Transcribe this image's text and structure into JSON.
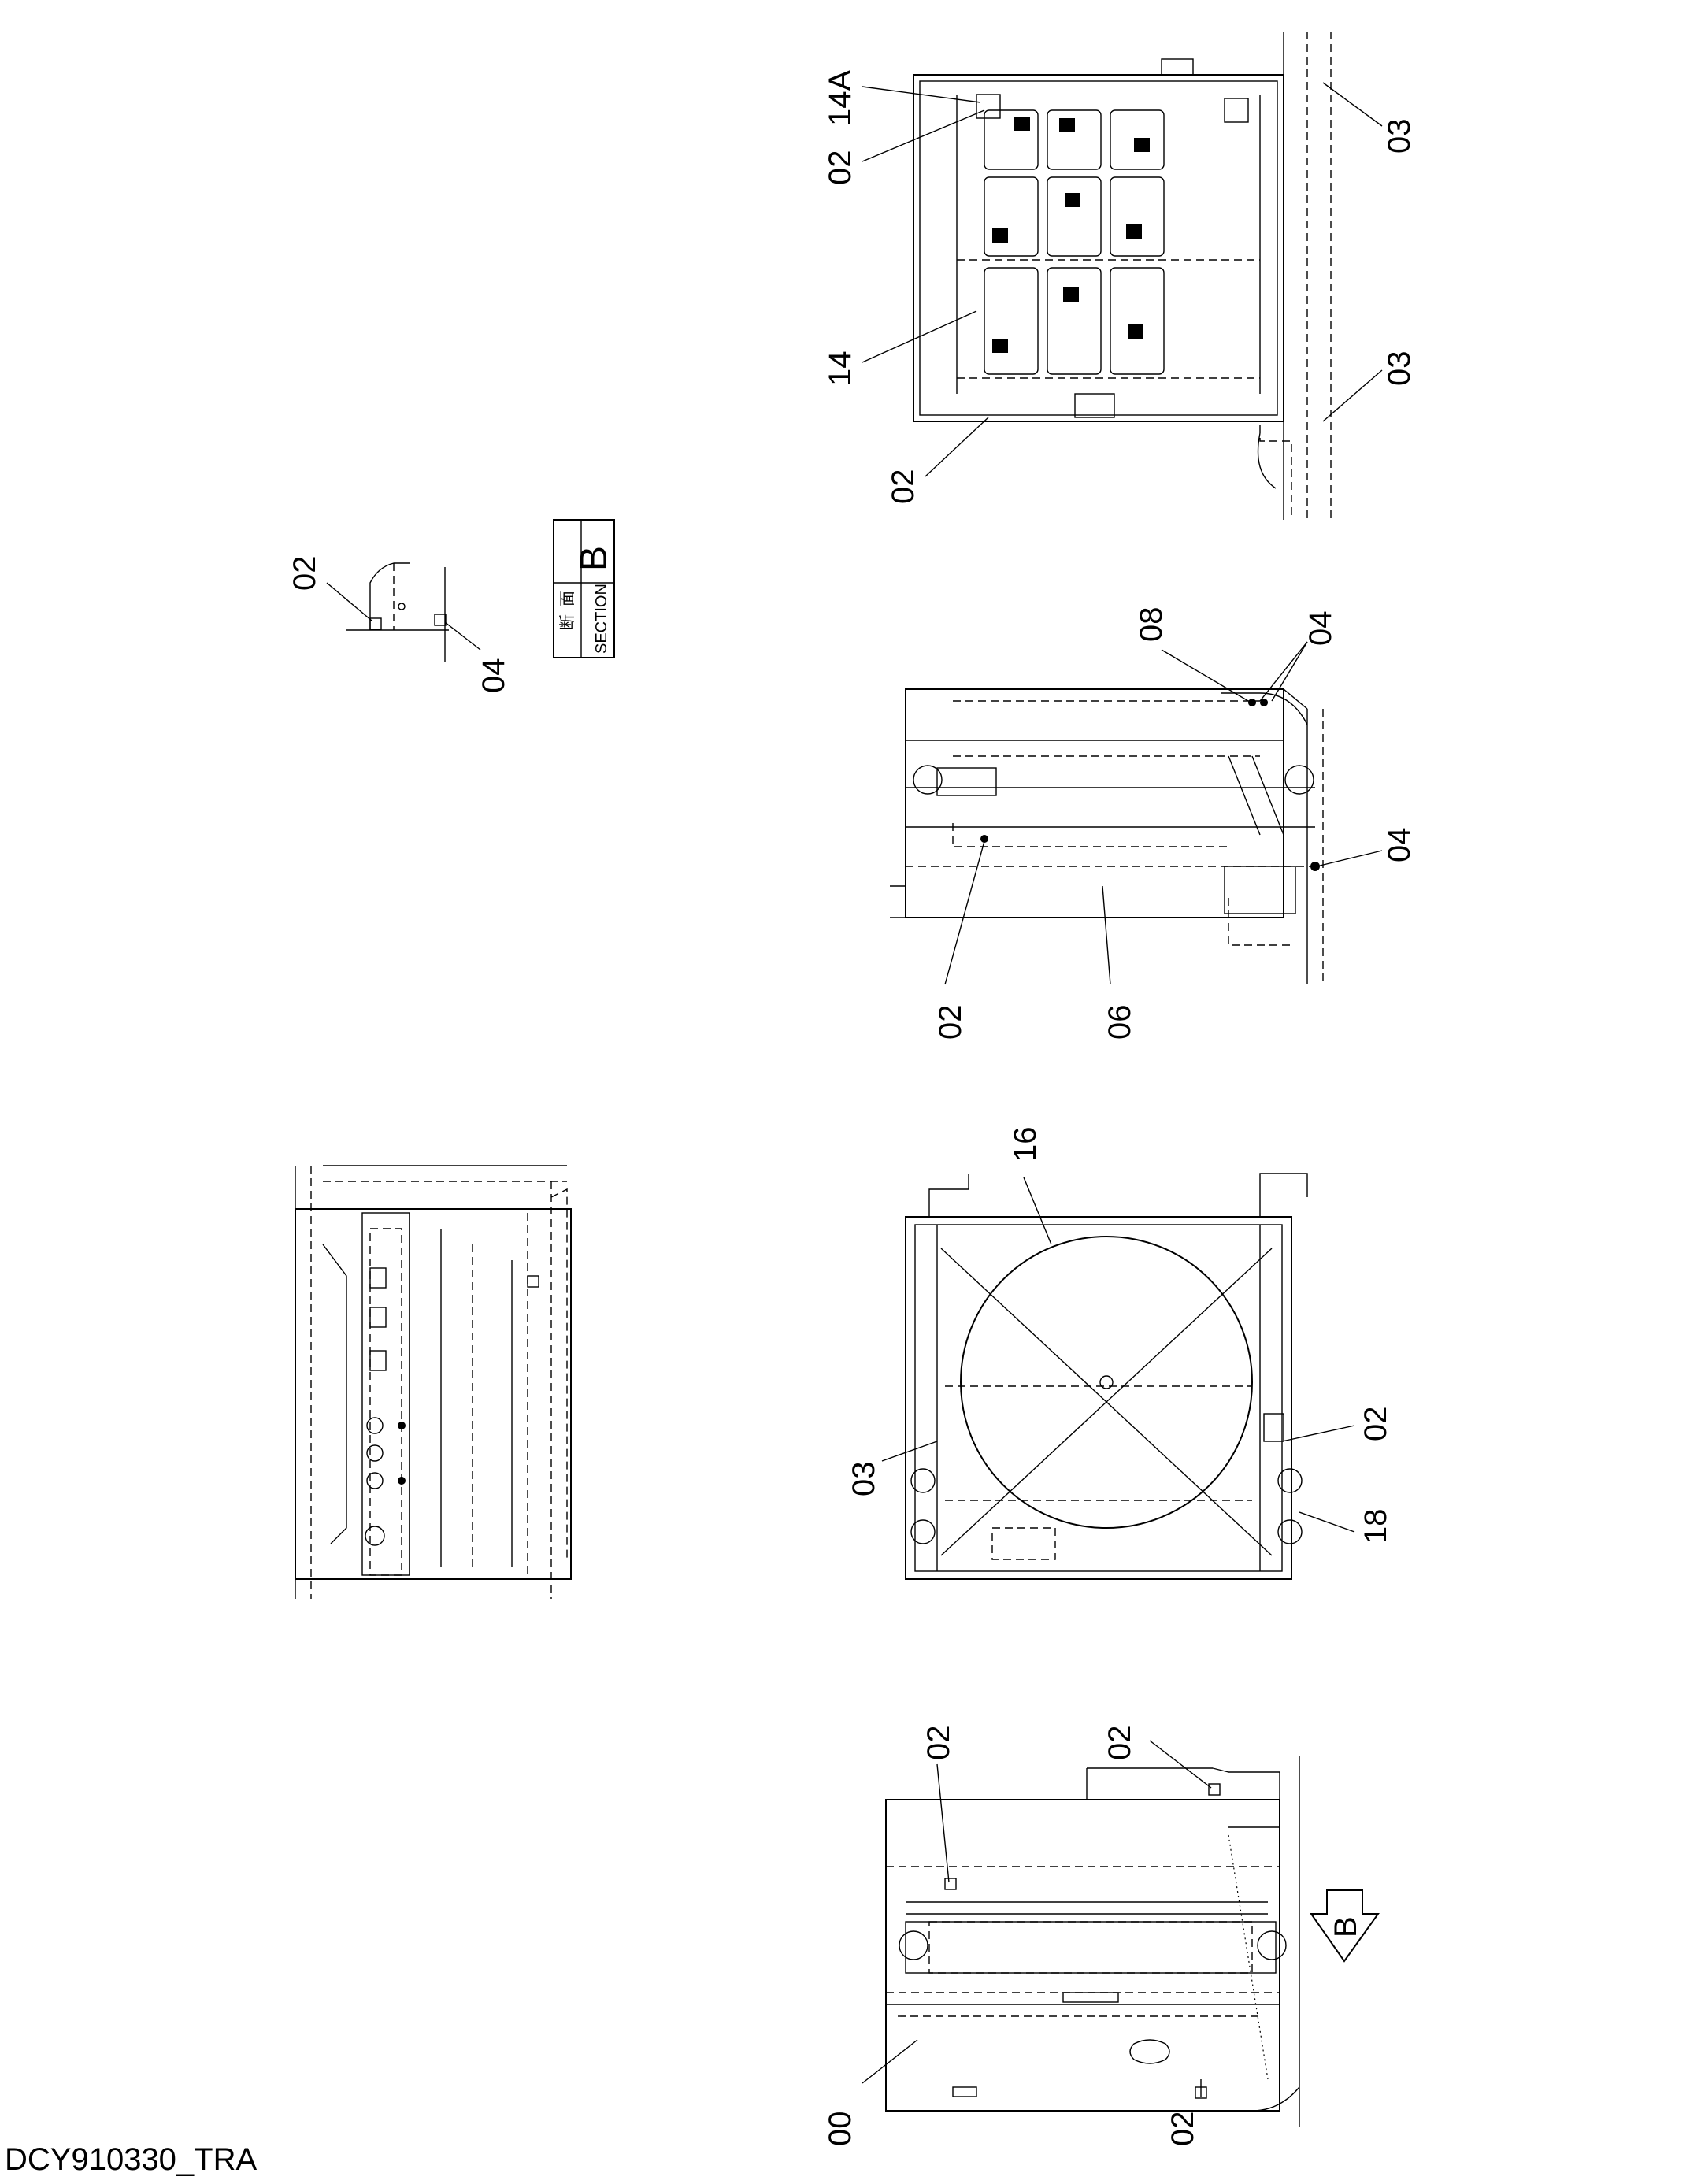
{
  "drawing_code": "DCY910330_TRA",
  "callouts": {
    "view_top_right": [
      "14A",
      "02",
      "03",
      "14",
      "03",
      "02"
    ],
    "view_middle_right": [
      "08",
      "04",
      "04",
      "02",
      "06"
    ],
    "view_fan": [
      "16",
      "03",
      "02",
      "18"
    ],
    "view_bottom_right": [
      "02",
      "02",
      "00",
      "02"
    ],
    "section_b": [
      "02",
      "04"
    ]
  },
  "section": {
    "kanji_1": "断",
    "kanji_2": "面",
    "word": "SECTION",
    "letter": "B"
  },
  "view_arrow_letter": "B"
}
